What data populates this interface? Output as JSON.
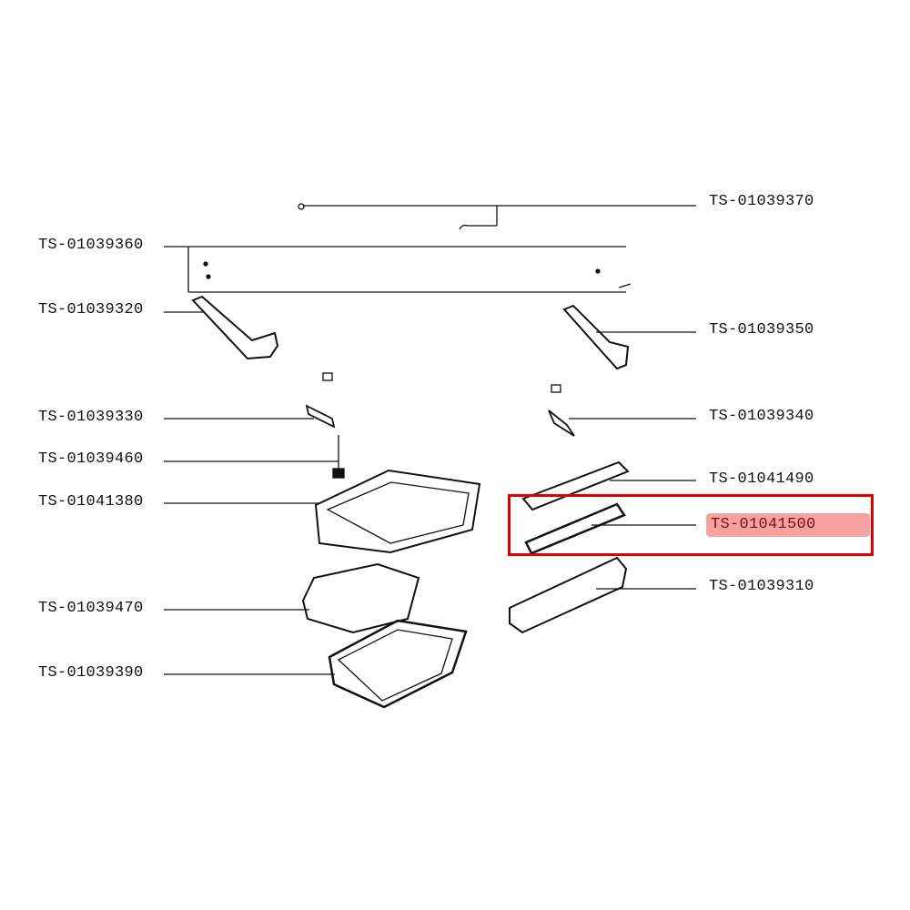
{
  "diagram": {
    "type": "exploded-parts-diagram",
    "parts": [
      {
        "id": "TS-01039370"
      },
      {
        "id": "TS-01039360"
      },
      {
        "id": "TS-01039320"
      },
      {
        "id": "TS-01039350"
      },
      {
        "id": "TS-01039330"
      },
      {
        "id": "TS-01039340"
      },
      {
        "id": "TS-01039460"
      },
      {
        "id": "TS-01041490"
      },
      {
        "id": "TS-01041380"
      },
      {
        "id": "TS-01041500"
      },
      {
        "id": "TS-01039310"
      },
      {
        "id": "TS-01039470"
      },
      {
        "id": "TS-01039390"
      }
    ],
    "highlighted_part": "TS-01041500",
    "highlight_color": "#f7a1a1",
    "highlight_border_color": "#e00000"
  }
}
